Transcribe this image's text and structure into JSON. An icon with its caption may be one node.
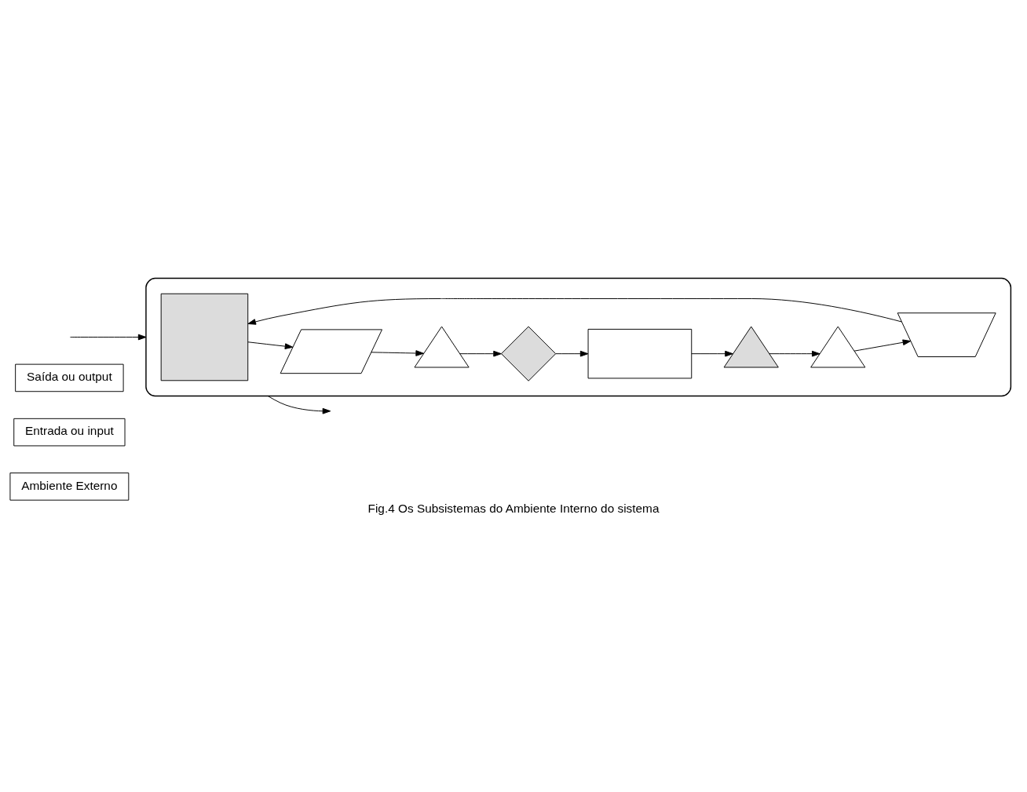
{
  "diagram": {
    "caption": "Fig.4 Os Subsistemas do Ambiente Interno do sistema",
    "nodes": [
      {
        "text": [
          "Ambiente Externo"
        ]
      },
      {
        "text": [
          "Entrada ou input"
        ]
      },
      {
        "text": [
          "Saída ou output"
        ]
      },
      {
        "text": [],
        "shape": "octagon"
      },
      {
        "text": [],
        "shape": "box",
        "in": 3
      },
      {
        "text": [],
        "shape": "parallelogram",
        "in": 3
      },
      {
        "text": [],
        "shape": "triangle",
        "in": 3
      },
      {
        "text": [],
        "shape": "diamond",
        "in": 3
      },
      {
        "text": [],
        "shape": "box",
        "in": 3
      },
      {
        "text": [],
        "shape": "triangle",
        "in": 3
      },
      {
        "text": [],
        "shape": "triangle",
        "in": 3
      },
      {
        "text": [],
        "shape": "trapezium",
        "in": 3
      }
    ],
    "edges": [
      {
        "from": null,
        "to": 3,
        "arrow": "to"
      },
      {
        "from": 4,
        "to": 5,
        "arrow": "to"
      },
      {
        "from": 5,
        "to": 6,
        "arrow": "to"
      },
      {
        "from": 6,
        "to": 7,
        "arrow": "to"
      },
      {
        "from": 7,
        "to": 8,
        "arrow": "to"
      },
      {
        "from": 8,
        "to": 9,
        "arrow": "to"
      },
      {
        "from": 9,
        "to": 10,
        "arrow": "to"
      },
      {
        "from": 10,
        "to": 11,
        "arrow": "to"
      },
      {
        "from": 11,
        "to": 4,
        "arrow": "to"
      },
      {
        "from": 3,
        "to": null,
        "arrow": "to"
      }
    ]
  }
}
